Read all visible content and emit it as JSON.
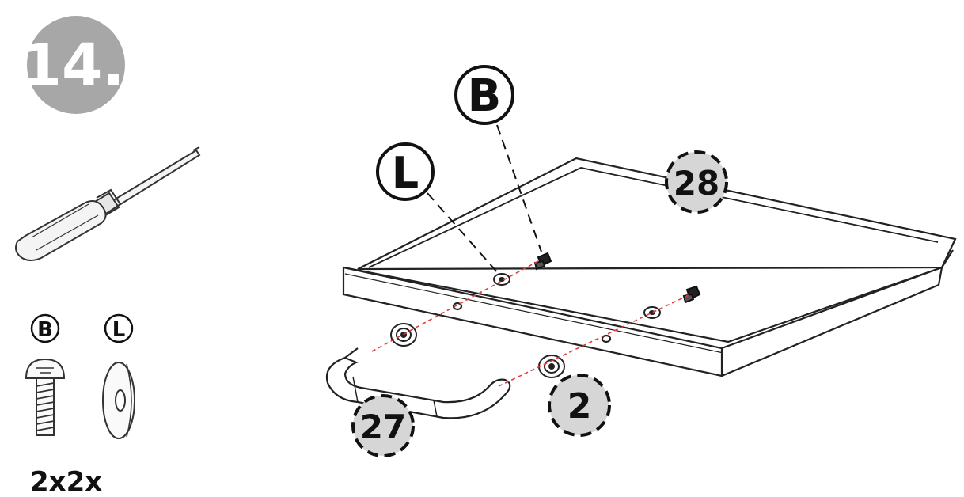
{
  "step": {
    "number": "14.",
    "badge_color": "#a7a7a7"
  },
  "tool": {
    "icon": "screwdriver-icon"
  },
  "hardware": {
    "bolt": {
      "letter": "B",
      "icon": "bolt-icon"
    },
    "washer": {
      "letter": "L",
      "icon": "washer-icon"
    },
    "quantity": "2x2x"
  },
  "callouts": {
    "bolt_letter": "B",
    "washer_letter": "L"
  },
  "parts": {
    "tray": "28",
    "handle": "27",
    "spacer": "2",
    "badge_color": "#d6d6d6"
  },
  "guide_line_color": "#e23b3b"
}
